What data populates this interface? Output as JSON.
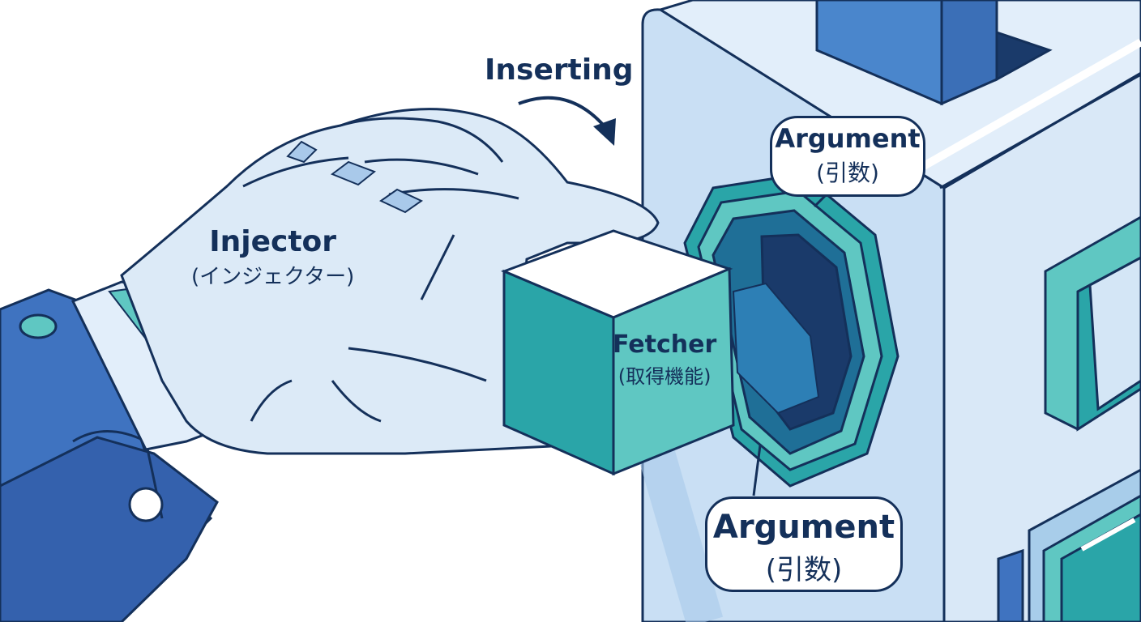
{
  "diagram": {
    "arrow_label": "Inserting",
    "injector": {
      "name": "Injector",
      "subtitle": "(インジェクター)"
    },
    "fetcher": {
      "name": "Fetcher",
      "subtitle": "(取得機能)"
    },
    "argument_top": {
      "name": "Argument",
      "subtitle": "(引数)"
    },
    "argument_bottom": {
      "name": "Argument",
      "subtitle": "(引数)"
    }
  },
  "colors": {
    "outline": "#14305a",
    "sleeve_blue": "#3f73c0",
    "sleeve_dark": "#3461ad",
    "hand_light": "#d2e4f5",
    "panel_blue": "#c7def3",
    "teal": "#2aa5a8",
    "teal_light": "#5fc7c2",
    "socket_dark": "#1a3a6a"
  }
}
